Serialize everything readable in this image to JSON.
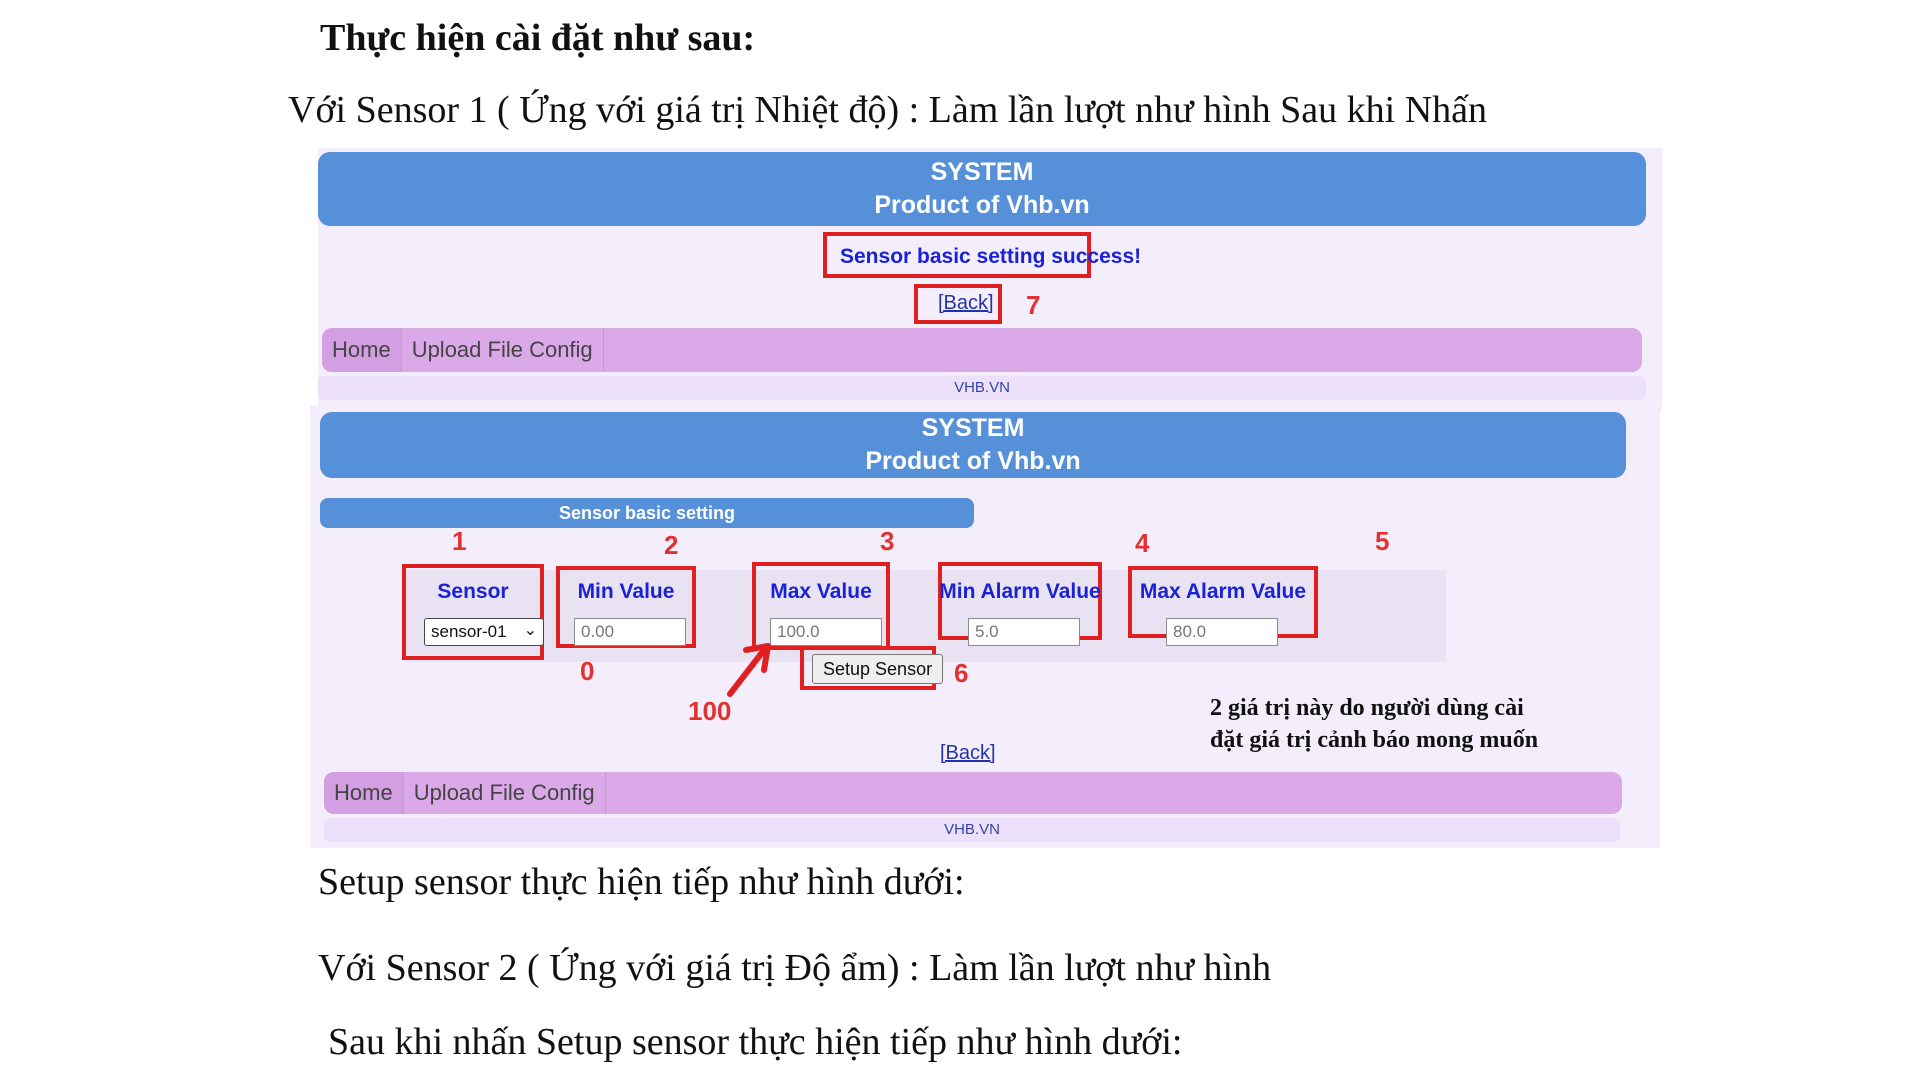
{
  "doc": {
    "heading": "Thực hiện cài đặt như sau:",
    "line1": "Với Sensor 1 ( Ứng với giá trị Nhiệt độ) : Làm lần lượt như hình Sau khi Nhấn",
    "line2": "Setup sensor thực hiện tiếp như hình dưới:",
    "line3": "Với Sensor 2 ( Ứng với giá trị Độ ẩm) : Làm lần lượt như hình",
    "line4": "Sau khi nhấn Setup sensor thực hiện tiếp như hình dưới:"
  },
  "screen1": {
    "header_line1": "SYSTEM",
    "header_line2": "Product of Vhb.vn",
    "success": "Sensor basic setting success!",
    "back": "[Back]",
    "step7": "7",
    "nav": [
      "Home",
      "Upload File Config"
    ],
    "footer": "VHB.VN"
  },
  "screen2": {
    "header_line1": "SYSTEM",
    "header_line2": "Product of Vhb.vn",
    "section": "Sensor basic setting",
    "columns": [
      {
        "num": "1",
        "label": "Sensor",
        "value": "sensor-01"
      },
      {
        "num": "2",
        "label": "Min Value",
        "value": "0.00"
      },
      {
        "num": "3",
        "label": "Max Value",
        "value": "100.0"
      },
      {
        "num": "4",
        "label": "Min Alarm Value",
        "value": "5.0"
      },
      {
        "num": "5",
        "label": "Max Alarm Value",
        "value": "80.0"
      }
    ],
    "annot_min": "0",
    "annot_max": "100",
    "setup_button": "Setup Sensor",
    "step6": "6",
    "note_line1": "2 giá trị này do người dùng cài",
    "note_line2": "đặt giá trị cảnh báo mong muốn",
    "back": "[Back]",
    "nav": [
      "Home",
      "Upload File Config"
    ],
    "footer": "VHB.VN"
  },
  "colors": {
    "header_blue": "#5590d9",
    "nav_purple": "#dba8e8",
    "annotation_red": "#e02020",
    "link_blue": "#1a22d8"
  }
}
